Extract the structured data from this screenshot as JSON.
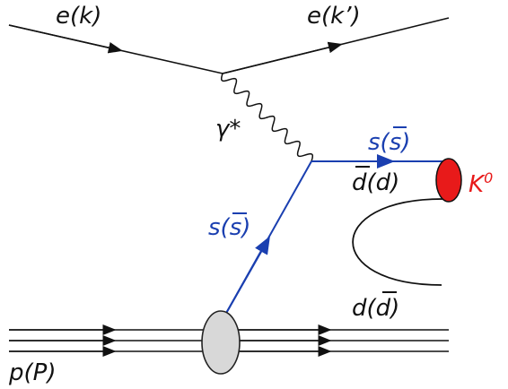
{
  "labels": {
    "incoming_electron": "e(k)",
    "outgoing_electron": "e(k’)",
    "photon": "γ*",
    "struck_quark_out": "s(",
    "struck_quark_out_bar": "s",
    "struck_quark_out_close": ")",
    "struck_quark_in": "s(",
    "struck_quark_in_bar": "s",
    "struck_quark_in_close": ")",
    "dbar_d_bar": "d",
    "dbar_d_rest": "(d)",
    "d_dbar_open": "d(",
    "d_dbar_bar": "d",
    "d_dbar_close": ")",
    "meson": "K",
    "meson_sup": "0",
    "proton": "p(P)"
  },
  "colors": {
    "lepton_line": "#111111",
    "quark_line": "#1a3fb0",
    "meson": "#e81a1a",
    "proton_blob": "#d8d8d8"
  }
}
